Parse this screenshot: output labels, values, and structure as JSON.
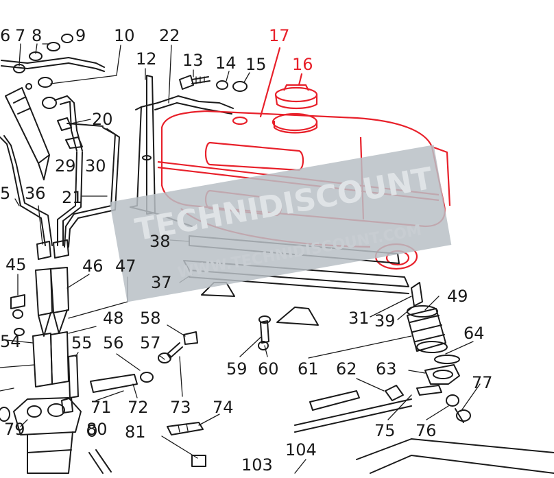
{
  "labels": {
    "l6": "6",
    "l7": "7",
    "l8": "8",
    "l9": "9",
    "l10": "10",
    "l22": "22",
    "l17": "17",
    "l12": "12",
    "l13": "13",
    "l14": "14",
    "l15": "15",
    "l16": "16",
    "l20": "20",
    "l29": "29",
    "l30": "30",
    "l5": "5",
    "l36": "36",
    "l21": "21",
    "l38": "38",
    "l45": "45",
    "l46": "46",
    "l47": "47",
    "l37": "37",
    "l49": "49",
    "l48": "48",
    "l58": "58",
    "l31": "31",
    "l39": "39",
    "l64": "64",
    "l54": "54",
    "l55": "55",
    "l56": "56",
    "l57": "57",
    "l59": "59",
    "l60": "60",
    "l61": "61",
    "l62": "62",
    "l63": "63",
    "l77": "77",
    "l71": "71",
    "l72": "72",
    "l73": "73",
    "l74": "74",
    "l75": "75",
    "l76": "76",
    "l79": "79",
    "l80": "80",
    "l81": "81",
    "l103": "103",
    "l104": "104"
  },
  "watermark": {
    "brand": "TECHNIDISCOUNT",
    "url": "WWW.TECHNIDISCOUNT.COM"
  },
  "colors": {
    "ink": "#1a1a1a",
    "highlight": "#e8202a",
    "watermark": "#b9bfc5"
  }
}
